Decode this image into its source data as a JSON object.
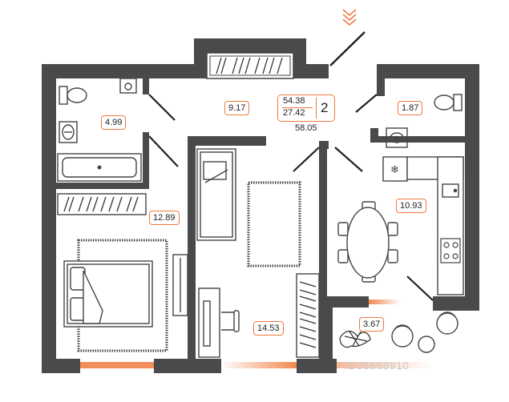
{
  "plan": {
    "rooms_count": "2",
    "living_area": "54.38",
    "kitchen_area": "27.42",
    "total_area": "58.05",
    "room_areas": {
      "bathroom": "4.99",
      "hallway": "9.17",
      "toilet": "1.87",
      "bedroom": "12.89",
      "kitchen": "10.93",
      "living_room": "14.53",
      "balcony": "3.67"
    },
    "watermark": "ID36868910"
  },
  "colors": {
    "wall": "#4a4a4c",
    "accent": "#f07a3c",
    "furniture": "#444444"
  },
  "icons": [
    "chevrons-down-icon",
    "wardrobe-icon",
    "bathtub-icon",
    "sink-icon",
    "toilet-icon",
    "washing-machine-icon",
    "bed-icon",
    "sofa-icon",
    "desk-icon",
    "chair-icon",
    "rug-icon",
    "dining-table-icon",
    "fridge-icon",
    "stove-icon",
    "plant-icon",
    "armchair-icon"
  ]
}
